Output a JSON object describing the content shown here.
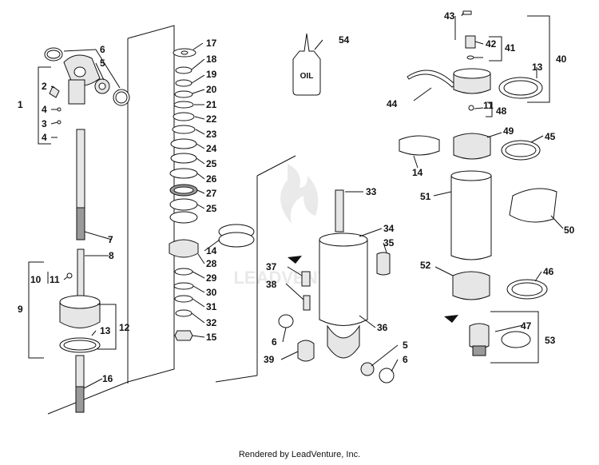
{
  "labels": [
    "1",
    "2",
    "3",
    "4",
    "5",
    "6",
    "7",
    "8",
    "9",
    "10",
    "11",
    "12",
    "13",
    "14",
    "15",
    "16",
    "17",
    "18",
    "19",
    "20",
    "21",
    "22",
    "23",
    "24",
    "25",
    "26",
    "27",
    "28",
    "29",
    "30",
    "31",
    "32",
    "33",
    "34",
    "35",
    "36",
    "37",
    "38",
    "39",
    "40",
    "41",
    "42",
    "43",
    "44",
    "45",
    "46",
    "47",
    "48",
    "49",
    "50",
    "51",
    "52",
    "53",
    "54"
  ],
  "bottle_label": "OIL",
  "footer": "Rendered by LeadVenture, Inc.",
  "watermark": "LEADVENTURE"
}
